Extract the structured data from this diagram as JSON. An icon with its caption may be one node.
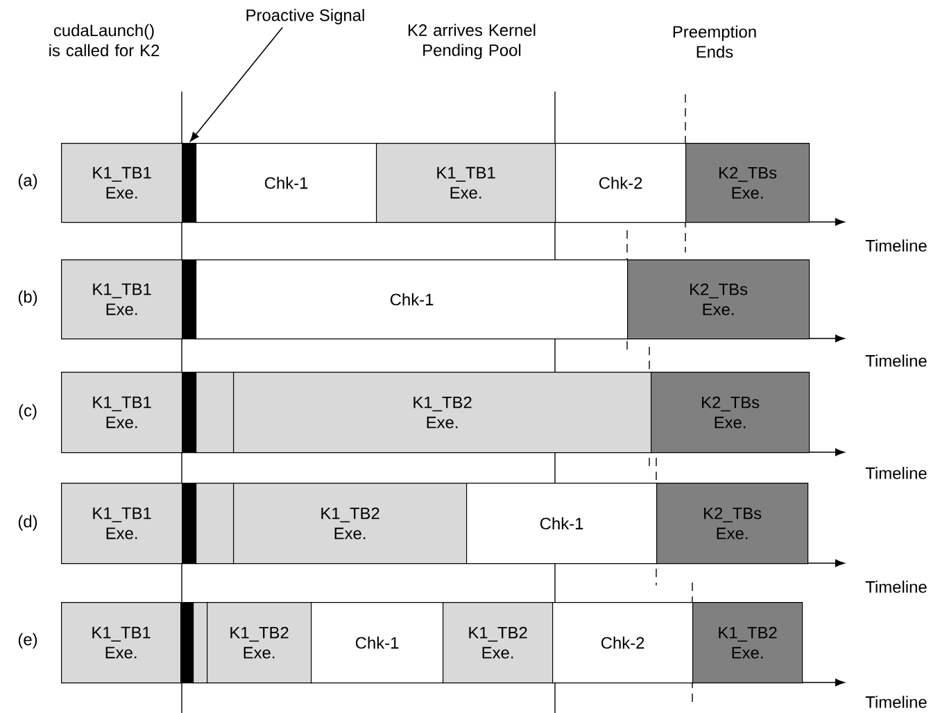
{
  "diagram": {
    "nodes": [
      {
        "text": [
          "Proactive Signal"
        ]
      },
      {
        "text": [
          "K1_TB1 Exe."
        ]
      },
      {
        "text": [],
        "shape": "bar"
      },
      {
        "text": [
          "Chk-1"
        ]
      },
      {
        "text": [
          "K1_TB1 Exe."
        ]
      },
      {
        "text": [
          "Chk-2"
        ]
      },
      {
        "text": [
          "K2_TBs Exe."
        ]
      },
      {
        "text": [
          "K1_TB1 Exe."
        ]
      },
      {
        "text": [],
        "shape": "bar"
      },
      {
        "text": [
          "Chk-1"
        ]
      },
      {
        "text": [
          "K2_TBs Exe."
        ]
      },
      {
        "text": [
          "K1_TB1 Exe."
        ]
      },
      {
        "text": [],
        "shape": "bar"
      },
      {
        "text": [],
        "shape": "bar"
      },
      {
        "text": [
          "K1_TB2 Exe."
        ]
      },
      {
        "text": [
          "K2_TBs Exe."
        ]
      },
      {
        "text": [
          "K1_TB1 Exe."
        ]
      },
      {
        "text": [],
        "shape": "bar"
      },
      {
        "text": [],
        "shape": "bar"
      },
      {
        "text": [
          "K1_TB2 Exe."
        ]
      },
      {
        "text": [
          "Chk-1"
        ]
      },
      {
        "text": [
          "K2_TBs Exe."
        ]
      },
      {
        "text": [
          "K1_TB1 Exe."
        ]
      },
      {
        "text": [],
        "shape": "bar"
      },
      {
        "text": [],
        "shape": "bar"
      },
      {
        "text": [
          "K1_TB2 Exe."
        ]
      },
      {
        "text": [
          "Chk-1"
        ]
      },
      {
        "text": [
          "K1_TB2 Exe."
        ]
      },
      {
        "text": [
          "Chk-2"
        ]
      },
      {
        "text": [
          "K1_TB2 Exe."
        ]
      }
    ],
    "edges": [
      {
        "from": 0,
        "to": 2,
        "arrow": "to"
      }
    ],
    "labels": [
      "cudaLaunch() is called for K2",
      "K2 arrives Kernel Pending Pool",
      "Preemption Ends",
      "(a)",
      "Timeline",
      "(b)",
      "Timeline",
      "(c)",
      "Timeline",
      "(d)",
      "Timeline",
      "(e)",
      "Timeline"
    ]
  }
}
